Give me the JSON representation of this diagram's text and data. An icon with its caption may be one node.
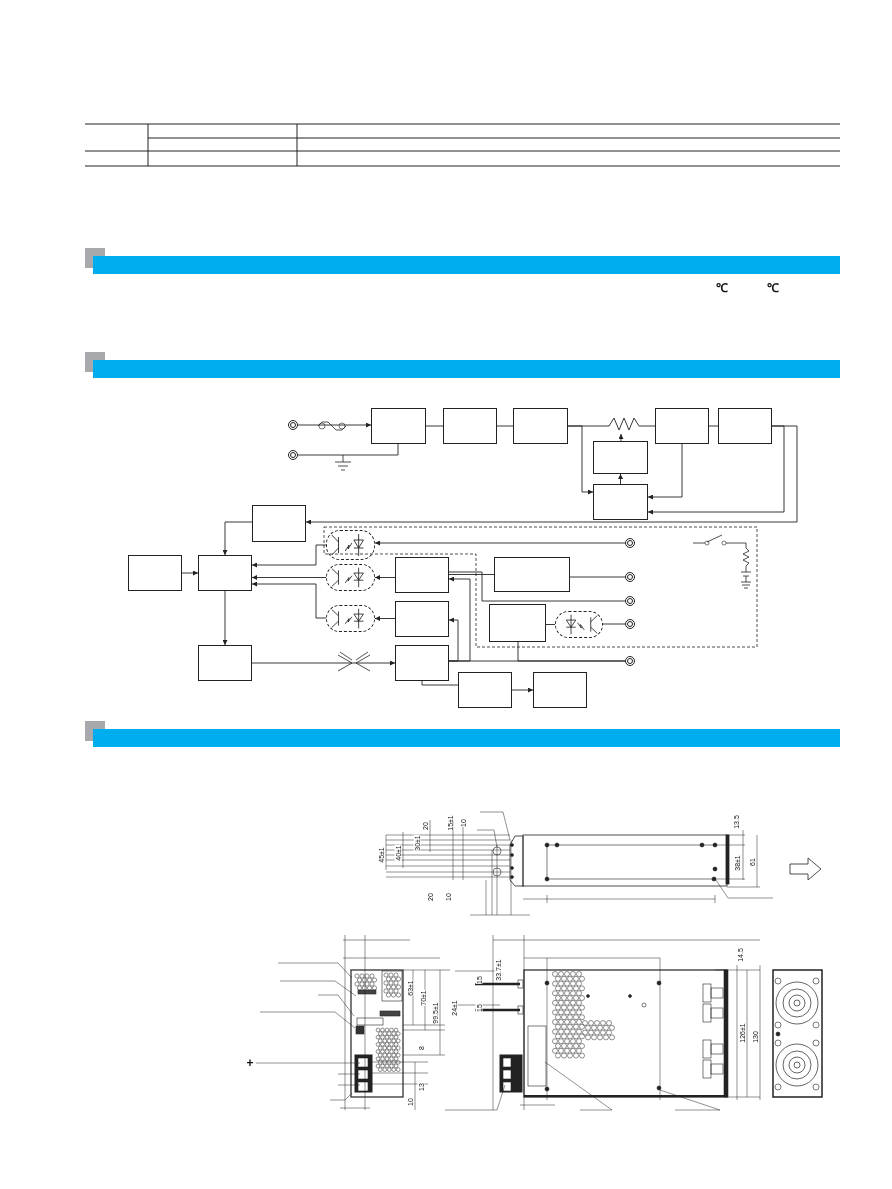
{
  "diagram": {
    "nodes": [
      {
        "text": [],
        "shape": "circle"
      },
      {
        "text": [],
        "shape": "circle"
      },
      {
        "text": [],
        "shape": "box"
      },
      {
        "text": [],
        "shape": "box"
      },
      {
        "text": [],
        "shape": "box"
      },
      {
        "text": [],
        "shape": "picture"
      },
      {
        "text": [],
        "shape": "box"
      },
      {
        "text": [],
        "shape": "box"
      },
      {
        "text": [],
        "shape": "box"
      },
      {
        "text": [],
        "shape": "box"
      },
      {
        "text": [],
        "shape": "box"
      },
      {
        "text": [],
        "shape": "box"
      },
      {
        "text": [],
        "shape": "box"
      },
      {
        "text": [],
        "shape": "box"
      },
      {
        "text": [],
        "shape": "box"
      },
      {
        "text": [],
        "shape": "box"
      },
      {
        "text": [],
        "shape": "box"
      },
      {
        "text": [],
        "shape": "box"
      },
      {
        "text": [],
        "shape": "box"
      },
      {
        "text": [],
        "shape": "box"
      },
      {
        "text": [],
        "shape": "box"
      },
      {
        "text": [],
        "shape": "picture"
      },
      {
        "text": [],
        "shape": "picture"
      },
      {
        "text": [],
        "shape": "picture"
      },
      {
        "text": [],
        "shape": "picture"
      },
      {
        "text": [],
        "shape": "circle"
      },
      {
        "text": [],
        "shape": "circle"
      },
      {
        "text": [],
        "shape": "circle"
      },
      {
        "text": [],
        "shape": "circle"
      },
      {
        "text": [],
        "shape": "circle"
      }
    ],
    "edges": [
      {
        "from": 0,
        "to": 2,
        "arrow": "to"
      },
      {
        "from": 1,
        "to": 2,
        "arrow": "none"
      },
      {
        "from": 2,
        "to": 3,
        "arrow": "none"
      },
      {
        "from": 3,
        "to": 4,
        "arrow": "none"
      },
      {
        "from": 4,
        "to": 5,
        "arrow": "none"
      },
      {
        "from": 5,
        "to": 6,
        "arrow": "none"
      },
      {
        "from": 6,
        "to": 7,
        "arrow": "none"
      },
      {
        "from": 4,
        "to": 9,
        "arrow": "to"
      },
      {
        "from": 8,
        "to": 5,
        "arrow": "to"
      },
      {
        "from": 9,
        "to": 8,
        "arrow": "to"
      },
      {
        "from": 6,
        "to": 9,
        "arrow": "to"
      },
      {
        "from": 7,
        "to": 9,
        "arrow": "to"
      },
      {
        "from": 7,
        "to": 10,
        "arrow": "to"
      },
      {
        "from": 10,
        "to": 12,
        "arrow": "to"
      },
      {
        "from": 11,
        "to": 12,
        "arrow": "to"
      },
      {
        "from": 12,
        "to": 13,
        "arrow": "to"
      },
      {
        "from": 21,
        "to": 12,
        "arrow": "to"
      },
      {
        "from": 25,
        "to": 21,
        "arrow": "to"
      },
      {
        "from": 22,
        "to": 12,
        "arrow": "to"
      },
      {
        "from": 14,
        "to": 22,
        "arrow": "to"
      },
      {
        "from": 23,
        "to": 12,
        "arrow": "to"
      },
      {
        "from": 15,
        "to": 23,
        "arrow": "to"
      },
      {
        "from": 14,
        "to": 17,
        "arrow": "none"
      },
      {
        "from": 14,
        "to": 27,
        "arrow": "none"
      },
      {
        "from": 16,
        "to": 14,
        "arrow": "to"
      },
      {
        "from": 16,
        "to": 15,
        "arrow": "to"
      },
      {
        "from": 18,
        "to": 29,
        "arrow": "none"
      },
      {
        "from": 16,
        "to": 29,
        "arrow": "none"
      },
      {
        "from": 17,
        "to": 26,
        "arrow": "none"
      },
      {
        "from": 18,
        "to": 24,
        "arrow": "none"
      },
      {
        "from": 24,
        "to": 28,
        "arrow": "none"
      },
      {
        "from": 13,
        "to": 16,
        "arrow": "to"
      },
      {
        "from": 16,
        "to": 19,
        "arrow": "none"
      },
      {
        "from": 19,
        "to": 20,
        "arrow": "to"
      }
    ],
    "labels": [
      "℃",
      "℃",
      "20",
      "15±1",
      "10",
      "13.5",
      "45±1",
      "40±1",
      "30±1",
      "38±1",
      "61",
      "20",
      "10",
      "14.5",
      "15",
      "33.7±1",
      "63±1",
      "70±1",
      "24±1",
      "15",
      "99.5±1",
      "126±1",
      "130",
      "8",
      "+",
      "13",
      "10"
    ]
  }
}
